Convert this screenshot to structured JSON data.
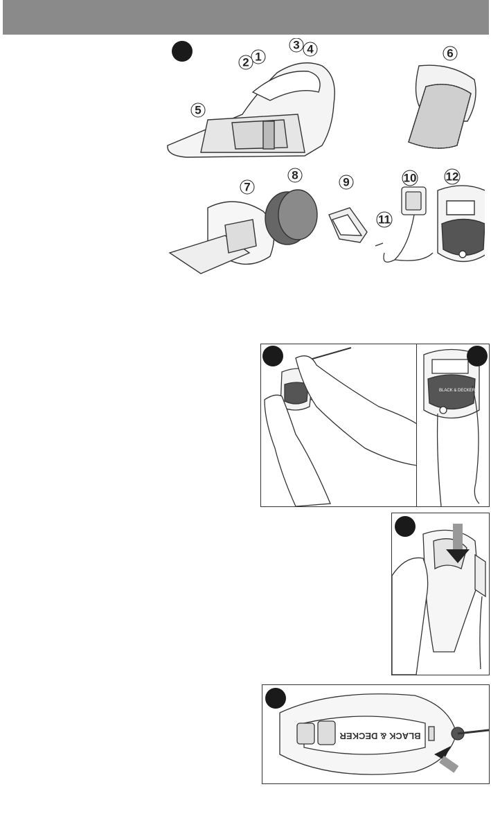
{
  "header": {
    "color": "#8a8a8a"
  },
  "figure_a": {
    "callouts": [
      "1",
      "2",
      "3",
      "4",
      "5",
      "6",
      "7",
      "8",
      "9",
      "10",
      "11",
      "12"
    ]
  },
  "brand": {
    "logo_text": "BLACK & DECKER"
  },
  "figures": [
    "figure-b",
    "figure-c",
    "figure-d",
    "figure-e"
  ]
}
